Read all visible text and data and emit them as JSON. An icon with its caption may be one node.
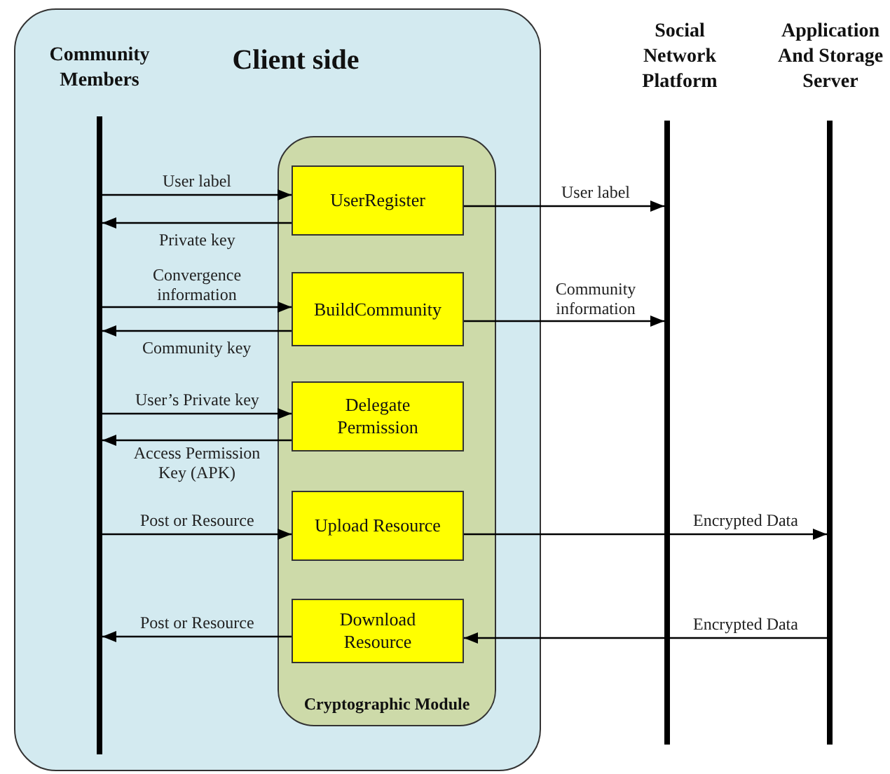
{
  "diagram": {
    "nodes": [
      {
        "text": [
          "Client side"
        ]
      },
      {
        "text": [
          "Community Members"
        ],
        "in": 0
      },
      {
        "text": [
          "Cryptographic Module"
        ],
        "in": 0
      },
      {
        "text": [
          "UserRegister"
        ],
        "in": 2
      },
      {
        "text": [
          "BuildCommunity"
        ],
        "in": 2
      },
      {
        "text": [
          "Delegate Permission"
        ],
        "in": 2
      },
      {
        "text": [
          "Upload Resource"
        ],
        "in": 2
      },
      {
        "text": [
          "Download Resource"
        ],
        "in": 2
      },
      {
        "text": [
          "Social Network Platform"
        ]
      },
      {
        "text": [
          "Application And Storage Server"
        ]
      }
    ],
    "edges": [
      {
        "from": 1,
        "to": 3,
        "arrow": "to",
        "label": "User label"
      },
      {
        "from": 3,
        "to": 1,
        "arrow": "to",
        "label": "Private key"
      },
      {
        "from": 3,
        "to": 8,
        "arrow": "to",
        "label": "User label"
      },
      {
        "from": 1,
        "to": 4,
        "arrow": "to",
        "label": "Convergence information"
      },
      {
        "from": 4,
        "to": 1,
        "arrow": "to",
        "label": "Community key"
      },
      {
        "from": 4,
        "to": 8,
        "arrow": "to",
        "label": "Community information"
      },
      {
        "from": 1,
        "to": 5,
        "arrow": "to",
        "label": "User’s Private key"
      },
      {
        "from": 5,
        "to": 1,
        "arrow": "to",
        "label": "Access Permission Key (APK)"
      },
      {
        "from": 1,
        "to": 6,
        "arrow": "to",
        "label": "Post or Resource"
      },
      {
        "from": 6,
        "to": 9,
        "arrow": "to",
        "label": "Encrypted Data"
      },
      {
        "from": 7,
        "to": 1,
        "arrow": "to",
        "label": "Post or Resource"
      },
      {
        "from": 9,
        "to": 7,
        "arrow": "to",
        "label": "Encrypted Data"
      }
    ]
  }
}
